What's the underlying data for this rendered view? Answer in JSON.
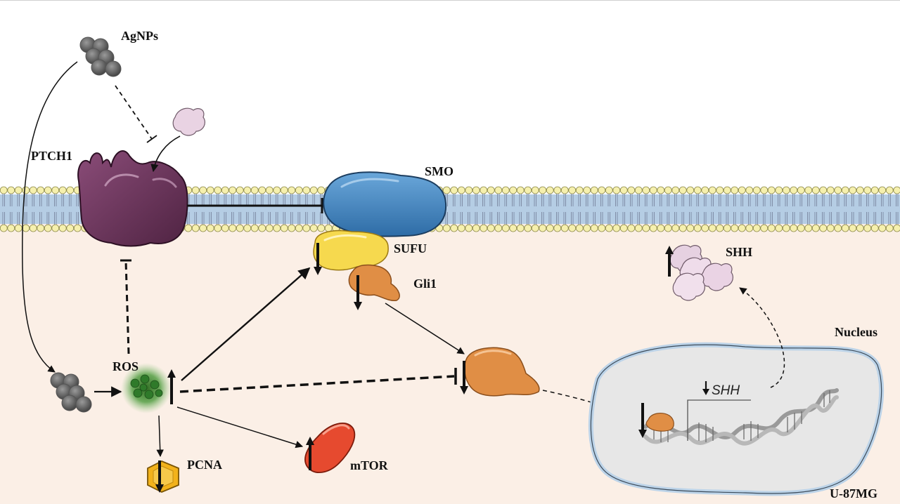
{
  "labels": {
    "agnps": "AgNPs",
    "ptch1": "PTCH1",
    "smo": "SMO",
    "sufu": "SUFU",
    "gli1": "Gli1",
    "shh_protein": "SHH",
    "ros": "ROS",
    "pcna": "PCNA",
    "mtor": "mTOR",
    "nucleus": "Nucleus",
    "shh_gene": "SHH",
    "cell_line": "U-87MG"
  },
  "regulation": {
    "sufu": "down",
    "gli1": "down",
    "gli1_nuclear": "down",
    "gli1_in_nucleus": "down",
    "shh_gene": "down",
    "shh_protein": "up",
    "ros": "up",
    "pcna": "down",
    "mtor": "up"
  },
  "colors": {
    "cytoplasm": "#fbefe6",
    "membrane_head": "#f7f3b0",
    "membrane_core": "#a9c3de",
    "ptch1": "#6a3358",
    "smo": "#3f7fb8",
    "sufu": "#f6d94e",
    "gli1": "#e08e45",
    "shh": "#e9cfe0",
    "ros": "#3f8a33",
    "pcna": "#f2b21b",
    "mtor": "#e64a2f",
    "nucleus_fill": "#e7e7e7",
    "nucleus_border": "#bcd3e8"
  }
}
